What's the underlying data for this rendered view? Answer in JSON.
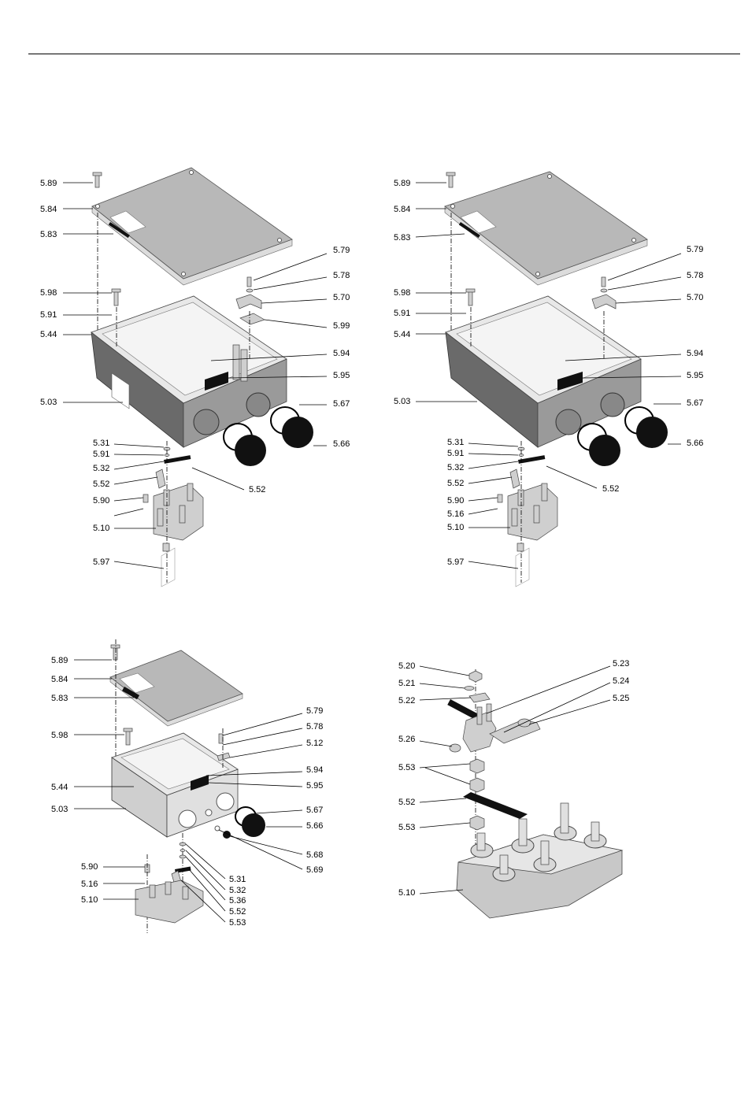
{
  "panels": {
    "top_left": {
      "labels": [
        "5.89",
        "5.84",
        "5.83",
        "5.79",
        "5.78",
        "5.98",
        "5.70",
        "5.91",
        "5.99",
        "5.44",
        "5.94",
        "5.95",
        "5.03",
        "5.67",
        "5.66",
        "5.31",
        "5.91",
        "5.32",
        "5.52",
        "5.52",
        "5.90",
        "5.10",
        "5.97"
      ]
    },
    "top_right": {
      "labels": [
        "5.89",
        "5.84",
        "5.83",
        "5.79",
        "5.78",
        "5.98",
        "5.70",
        "5.91",
        "5.44",
        "5.94",
        "5.95",
        "5.03",
        "5.67",
        "5.66",
        "5.31",
        "5.91",
        "5.32",
        "5.52",
        "5.52",
        "5.90",
        "5.16",
        "5.10",
        "5.97"
      ]
    },
    "bottom_left": {
      "labels": [
        "5.89",
        "5.84",
        "5.83",
        "5.79",
        "5.78",
        "5.98",
        "5.12",
        "5.94",
        "5.95",
        "5.44",
        "5.03",
        "5.67",
        "5.66",
        "5.68",
        "5.69",
        "5.90",
        "5.16",
        "5.10",
        "5.31",
        "5.32",
        "5.36",
        "5.52",
        "5.53"
      ]
    },
    "bottom_right": {
      "labels": [
        "5.20",
        "5.21",
        "5.22",
        "5.23",
        "5.24",
        "5.25",
        "5.26",
        "5.53",
        "5.52",
        "5.53",
        "5.10"
      ]
    }
  }
}
